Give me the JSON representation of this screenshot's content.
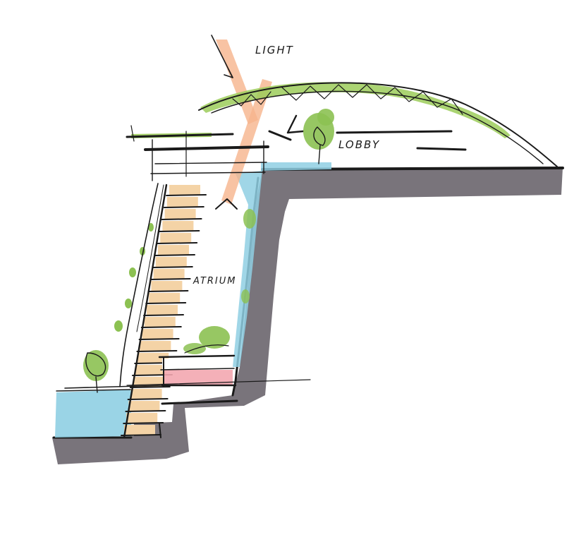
{
  "labels": {
    "light": "LIGHT",
    "lobby": "LOBBY",
    "atrium": "ATRIUM"
  },
  "colors": {
    "ground": "#6e6870",
    "water": "#8fcfe3",
    "stairs": "#f4d3a6",
    "greenery": "#8cc152",
    "green_roof": "#9ccc5a",
    "light_ray": "#f6b48c",
    "bench": "#f3a7b0",
    "ink": "#1a1a1a"
  }
}
